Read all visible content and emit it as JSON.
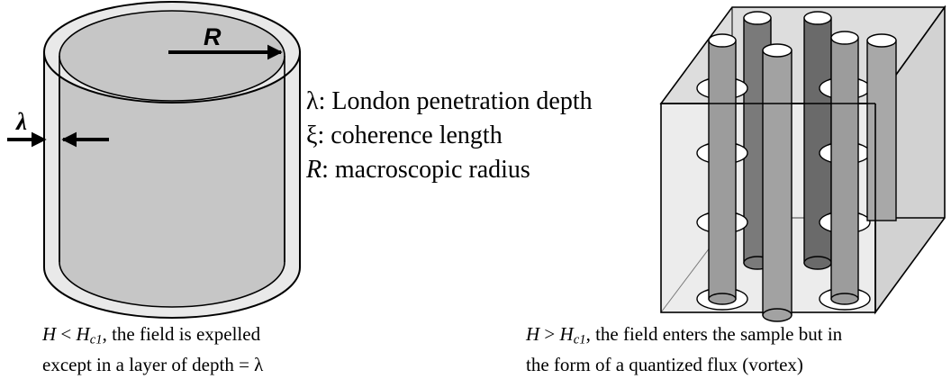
{
  "labels": {
    "radius_label": "R",
    "lambda_label": "λ"
  },
  "legend": [
    {
      "symbol": "λ",
      "text": ": London penetration depth"
    },
    {
      "symbol": "ξ",
      "text": ": coherence length"
    },
    {
      "symbol": "R",
      "text": ": macroscopic radius"
    }
  ],
  "captions": {
    "left": {
      "h": "H",
      "rel": " < ",
      "hc": "H",
      "hc_sub": "c1",
      "rest": ", the field is expelled",
      "line2": "except in a layer of depth = λ"
    },
    "right": {
      "h": "H",
      "rel": " > ",
      "hc": "H",
      "hc_sub": "c1",
      "rest": ", the field enters the sample but in",
      "line2": "the form of a quantized flux (vortex)"
    }
  },
  "colors": {
    "outer_shell": "#e9e9e9",
    "inner_cylinder": "#c6c6c6",
    "vortex_light": "#9c9c9c",
    "vortex_dark": "#6a6a6a",
    "cube_face": "#d8d8d8"
  }
}
